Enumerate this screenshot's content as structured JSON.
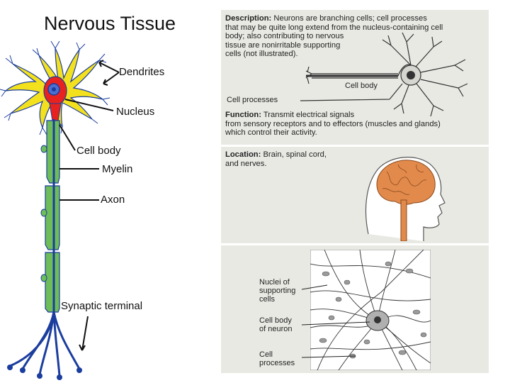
{
  "title": "Nervous Tissue",
  "neuron_labels": {
    "dendrites": "Dendrites",
    "nucleus": "Nucleus",
    "cell_body": "Cell body",
    "myelin": "Myelin",
    "axon": "Axon",
    "synaptic_terminal": "Synaptic terminal"
  },
  "description": {
    "heading": "Description:",
    "line1": "Neurons are branching cells; cell processes",
    "line2": "that may be quite long extend from the nucleus-containing cell",
    "line3": "body; also contributing to nervous",
    "line4": "tissue are nonirritable supporting",
    "line5": "cells (not illustrated).",
    "label_cell_body": "Cell body",
    "label_cell_processes": "Cell processes"
  },
  "function": {
    "heading": "Function:",
    "line1": "Transmit electrical signals",
    "line2": "from sensory receptors and to effectors (muscles and glands)",
    "line3": "which control their activity."
  },
  "location": {
    "heading": "Location:",
    "line1": "Brain, spinal cord,",
    "line2": "and nerves."
  },
  "micrograph": {
    "nuclei_line1": "Nuclei of",
    "nuclei_line2": "supporting",
    "nuclei_line3": "cells",
    "cellbody_line1": "Cell body",
    "cellbody_line2": "of neuron",
    "processes_line1": "Cell",
    "processes_line2": "processes"
  },
  "colors": {
    "dendrite_yellow": "#f3e11e",
    "cell_body_red": "#e8231f",
    "myelin_green": "#6ebd5a",
    "axon_blue": "#1b3d9e",
    "panel_bg": "#e9e9e4",
    "brain_orange": "#e28a4c"
  }
}
